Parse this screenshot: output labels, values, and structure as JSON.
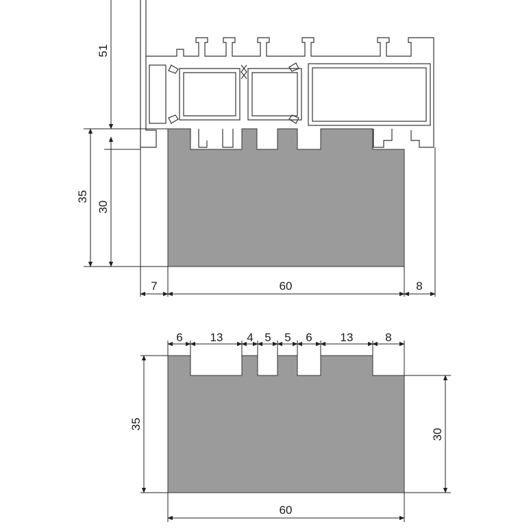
{
  "top_view": {
    "dim_height_total": "51",
    "dim_block_height": "35",
    "dim_slot_depth": "30",
    "dim_left_offset": "7",
    "dim_block_width": "60",
    "dim_right_offset": "8"
  },
  "bottom_view": {
    "segments": [
      "6",
      "13",
      "4",
      "5",
      "5",
      "6",
      "13",
      "8"
    ],
    "dim_height_left": "35",
    "dim_height_right": "30",
    "dim_width": "60"
  },
  "colors": {
    "block_fill": "#9b9b9b",
    "line": "#333333"
  }
}
